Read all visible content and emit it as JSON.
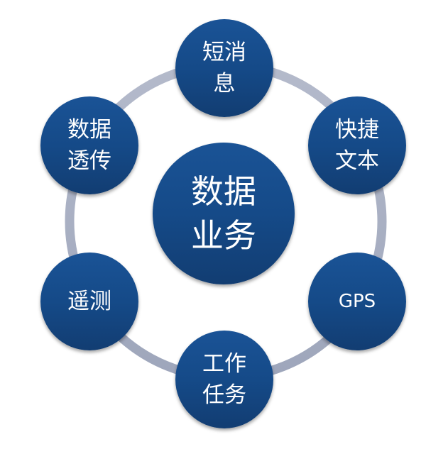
{
  "center": {
    "label": "数据业务"
  },
  "nodes": [
    {
      "label": "短消息"
    },
    {
      "label": "快捷文本"
    },
    {
      "label": "GPS"
    },
    {
      "label": "工作任务"
    },
    {
      "label": "遥测"
    },
    {
      "label": "数据透传"
    }
  ],
  "colors": {
    "node": "#154a88",
    "ring": "#a9b0c4",
    "text": "#ffffff"
  }
}
